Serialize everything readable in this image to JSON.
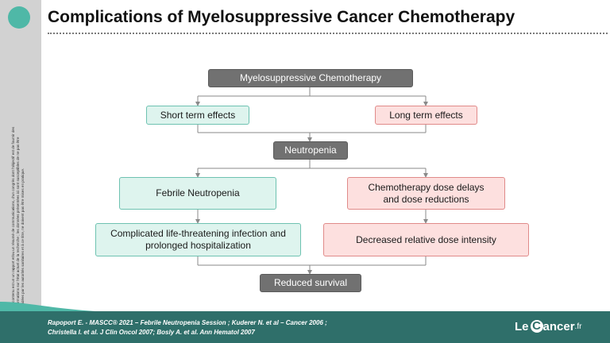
{
  "slide": {
    "title": "Complications of Myelosuppressive Cancer Chemotherapy",
    "disclaimer": "Ce contenu est un un rapport et/ou un résumé de communications, d'un congrès dont l'objectif est de fournir des informations sur l'état actuel de la recherche ; les données présentées ici sont susceptibles de ne pas être validées par les autorités sanitaires et à ce titre, ne doivent pas être mises en pratique.",
    "references": [
      "Rapoport E. - MASCC® 2021 – Febrile Neutropenia Session ; Kuderer N. et al – Cancer 2006 ;",
      "Christella I. et al. J Clin Oncol 2007; Bosly A. et al. Ann Hematol 2007"
    ],
    "brand": {
      "le": "Le",
      "c": "C",
      "rest": "ancer",
      "tld": ".fr"
    }
  },
  "diagram": {
    "nodes": {
      "chemo": "Myelosuppressive Chemotherapy",
      "short_term": "Short term effects",
      "long_term": "Long term effects",
      "neutropenia": "Neutropenia",
      "febrile": "Febrile Neutropenia",
      "dose_delays": "Chemotherapy  dose delays and dose reductions",
      "complicated": "Complicated  life-threatening infection and prolonged  hospitalization",
      "decreased": "Decreased relative dose intensity",
      "survival": "Reduced survival"
    }
  },
  "colors": {
    "sidebar": "#d2d2d2",
    "accent_teal": "#4fb8a7",
    "footer": "#2f6f6a",
    "node_gray": "#717171",
    "node_teal_fill": "#def4ee",
    "node_pink_fill": "#fde0df"
  }
}
